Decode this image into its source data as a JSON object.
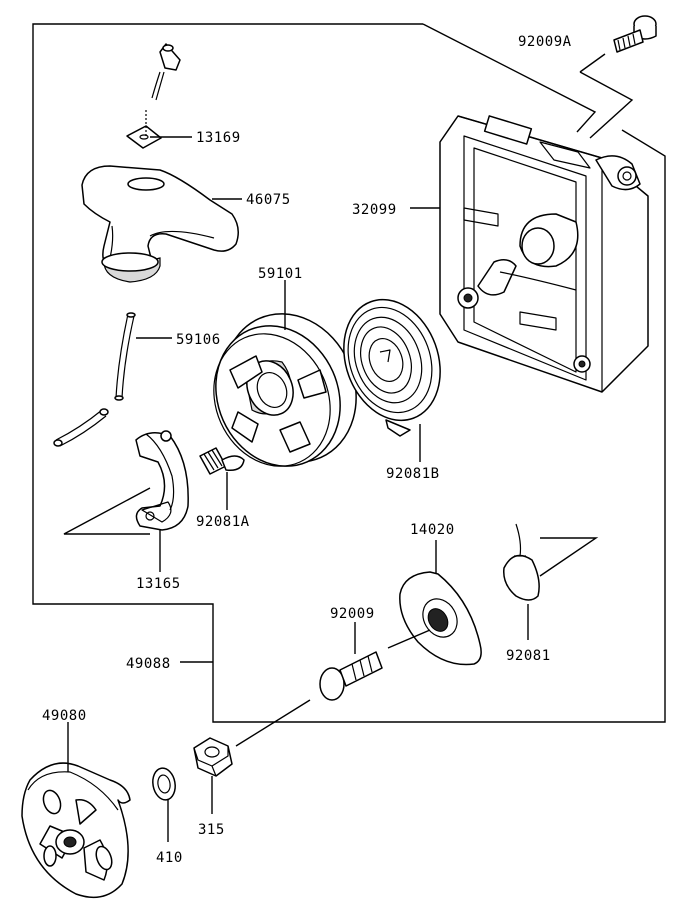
{
  "parts": [
    {
      "id": "92009A"
    },
    {
      "id": "13169"
    },
    {
      "id": "46075"
    },
    {
      "id": "32099"
    },
    {
      "id": "59101"
    },
    {
      "id": "59106"
    },
    {
      "id": "92081B"
    },
    {
      "id": "92081A"
    },
    {
      "id": "13165"
    },
    {
      "id": "14020"
    },
    {
      "id": "92009"
    },
    {
      "id": "92081"
    },
    {
      "id": "49088"
    },
    {
      "id": "49080"
    },
    {
      "id": "315"
    },
    {
      "id": "410"
    }
  ]
}
